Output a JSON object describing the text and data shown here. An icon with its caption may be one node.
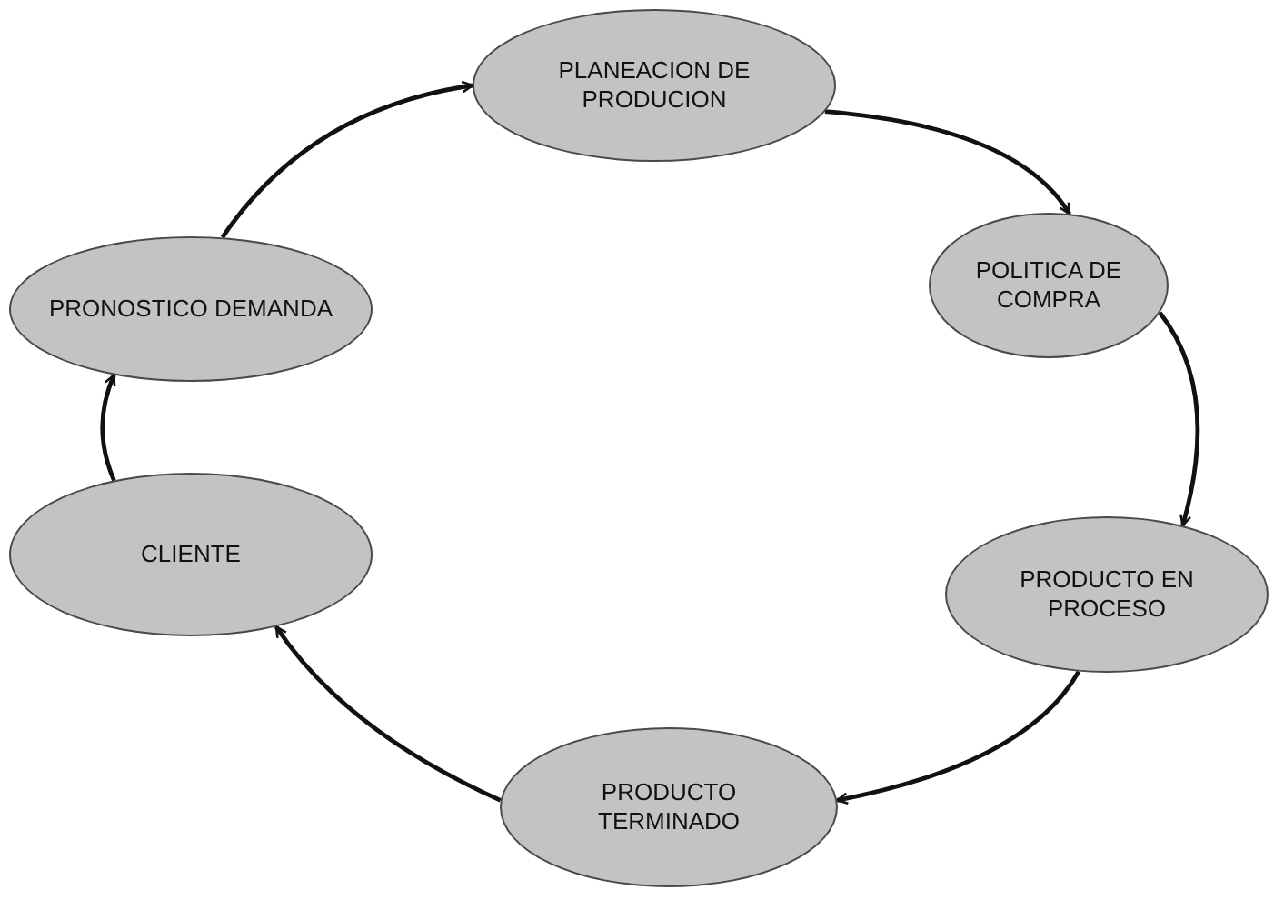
{
  "diagram": {
    "nodes": [
      {
        "text": [
          "PLANEACION DE PRODUCION"
        ]
      },
      {
        "text": [
          "POLITICA DE COMPRA"
        ]
      },
      {
        "text": [
          "PRODUCTO EN PROCESO"
        ]
      },
      {
        "text": [
          "PRODUCTO TERMINADO"
        ]
      },
      {
        "text": [
          "CLIENTE"
        ]
      },
      {
        "text": [
          "PRONOSTICO DEMANDA"
        ]
      }
    ],
    "edges": [
      {
        "from": 0,
        "to": 1,
        "arrow": "to"
      },
      {
        "from": 1,
        "to": 2,
        "arrow": "to"
      },
      {
        "from": 2,
        "to": 3,
        "arrow": "to"
      },
      {
        "from": 3,
        "to": 4,
        "arrow": "to"
      },
      {
        "from": 4,
        "to": 5,
        "arrow": "to"
      },
      {
        "from": 5,
        "to": 0,
        "arrow": "to"
      }
    ]
  }
}
